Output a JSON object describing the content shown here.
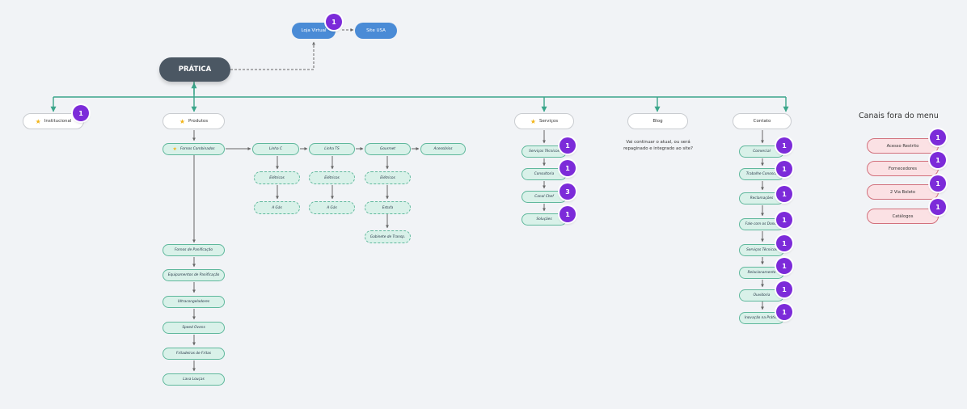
{
  "main": "PRÁTICA",
  "loja": "Loja Virtual",
  "site_usa": "Site USA",
  "categories": {
    "institucional": "Institucional",
    "produtos": "Produtos",
    "servicos": "Serviços",
    "blog": "Blog",
    "contato": "Contato"
  },
  "blog_note_1": "Vai continuar o atual, ou será",
  "blog_note_2": "repaginado e integrado ao site?",
  "produtos_items": {
    "fornos": "Fornos Combinados",
    "linha_c": "Linha C",
    "linha_ts": "Linha TS",
    "gourmet": "Gourmet",
    "acessorios": "Acessórios",
    "c_eletricos": "Elétricos",
    "c_gas": "A Gás",
    "ts_eletricos": "Elétricos",
    "ts_gas": "A Gás",
    "g_eletricos": "Elétricos",
    "g_estufa": "Estufa",
    "g_gabinete": "Gabinete de Transp.",
    "fornos_panif": "Fornos de Panificação",
    "equip_panif": "Equipamentos de Panificação",
    "ultra": "Ultracongeladores",
    "speed": "Speed Ovens",
    "fritadeiras": "Fritadeiras de Fritas",
    "lava": "Lava Louças"
  },
  "servicos_items": [
    "Serviços Técnicos",
    "Consultoria",
    "Canal Chef",
    "Soluções"
  ],
  "servicos_badges": [
    "1",
    "1",
    "3",
    "1"
  ],
  "contato_items": [
    "Comercial",
    "Trabalhe Conosco",
    "Reclamações",
    "Fale com os Donos",
    "Serviços Técnicos",
    "Relacionamento",
    "Ouvidoria",
    "Inovação na Prática"
  ],
  "contato_badges": [
    "1",
    "1",
    "1",
    "1",
    "1",
    "1",
    "1",
    "1"
  ],
  "canais_title": "Canais fora do menu",
  "canais_items": [
    "Acesso Restrito",
    "Fornecedores",
    "2 Via Boleto",
    "Catálogos"
  ],
  "canais_badges": [
    "1",
    "1",
    "1",
    "1"
  ],
  "badge_loja": "1",
  "badge_institucional": "1",
  "colors": {
    "main": "#4b5763",
    "blue": "#4a8bd6",
    "teal_line": "#3aa58a",
    "green_fill": "#d9f1e9",
    "red_fill": "#fbe1e4",
    "badge": "#7c2bd9",
    "star": "#f2b418"
  }
}
